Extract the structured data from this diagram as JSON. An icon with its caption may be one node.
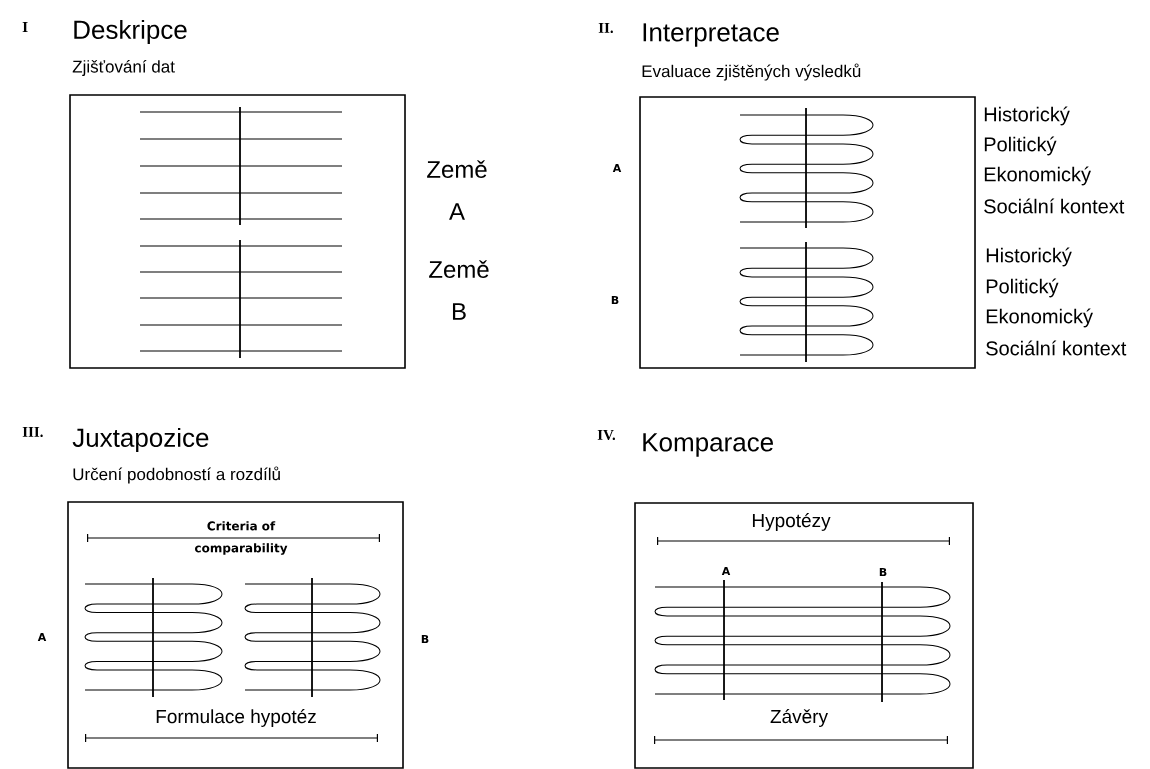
{
  "diagram": {
    "nodes": [
      {
        "text": [
          "Deskripce",
          "Zjišťování dat"
        ]
      },
      {
        "text": [
          "Interpretace",
          "Evaluace zjištěných výsledků"
        ]
      },
      {
        "text": [
          "Juxtapozice",
          "Určení podobností a rozdílů"
        ]
      },
      {
        "text": [
          "Komparace"
        ]
      }
    ],
    "edges": [],
    "labels": [
      "I",
      "Země A",
      "Země B",
      "II.",
      "A",
      "Historický",
      "Politický",
      "Ekonomický",
      "Sociální kontext",
      "B",
      "Historický",
      "Politický",
      "Ekonomický",
      "Sociální kontext",
      "III.",
      "Criteria of comparability",
      "A",
      "B",
      "Formulace hypotéz",
      "IV.",
      "Hypotézy",
      "A",
      "B",
      "Závěry"
    ]
  }
}
